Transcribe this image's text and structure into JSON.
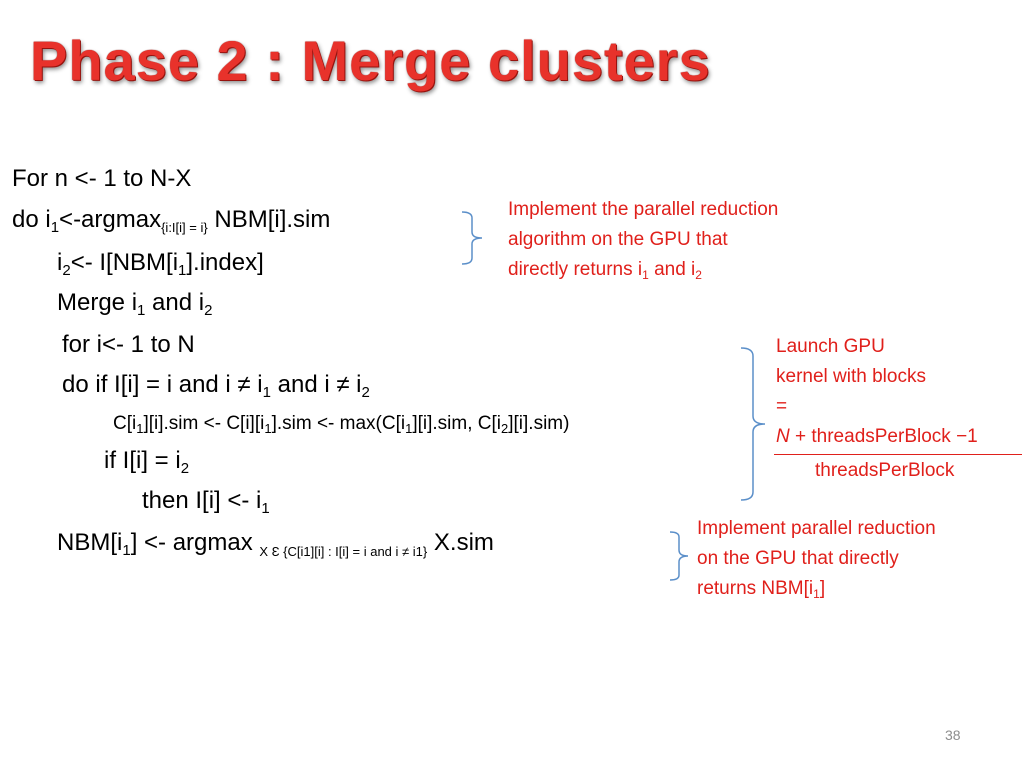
{
  "slide": {
    "title": "Phase 2 : Merge clusters",
    "page_number": "38"
  },
  "code": {
    "l1": "For n <- 1 to N-X",
    "l2_pre": "do i",
    "l2_sub1": "1",
    "l2_mid": "<-argmax",
    "l2_sub2": "{i:I[i] = i}",
    "l2_post": " NBM[i].sim",
    "l3_pre": "i",
    "l3_sub1": "2",
    "l3_mid": "<- I[NBM[i",
    "l3_sub2": "1",
    "l3_post": "].index]",
    "l4_pre": "Merge i",
    "l4_sub1": "1",
    "l4_mid": " and i",
    "l4_sub2": "2",
    "l5": "for i<- 1 to N",
    "l6_pre": "do if  I[i] = i and  i ≠ i",
    "l6_sub1": "1",
    "l6_mid": " and i ≠ i",
    "l6_sub2": "2",
    "l7_a": "C[i",
    "l7_s1": "1",
    "l7_b": "][i].sim <- C[i][i",
    "l7_s2": "1",
    "l7_c": "].sim <- max(C[i",
    "l7_s3": "1",
    "l7_d": "][i].sim, C[i",
    "l7_s4": "2",
    "l7_e": "][i].sim)",
    "l8_pre": "if I[i] = i",
    "l8_sub": "2",
    "l9_pre": "then I[i] <- i",
    "l9_sub": "1",
    "l10_a": "NBM[i",
    "l10_s1": "1",
    "l10_b": "] <- argmax ",
    "l10_small": "X Ɛ {C[i1][i] : I[i] = i and i ≠ i1}",
    "l10_c": " X.sim"
  },
  "notes": {
    "n1_line1": "Implement the parallel reduction",
    "n1_line2": "algorithm on the GPU that",
    "n1_line3_pre": "directly returns i",
    "n1_line3_s1": "1",
    "n1_line3_mid": " and i",
    "n1_line3_s2": "2",
    "n2_line1": "Launch GPU",
    "n2_line2": "kernel with blocks",
    "n2_line3": "=",
    "n2_num_var": "N",
    "n2_num_rest": " + threadsPerBlock −1",
    "n2_den": "threadsPerBlock",
    "n3_line1": "Implement parallel reduction",
    "n3_line2": "on the GPU that directly",
    "n3_line3_pre": " returns NBM[i",
    "n3_line3_s1": "1",
    "n3_line3_post": "]"
  },
  "colors": {
    "title": "#e8322b",
    "note_text": "#e0201b",
    "brace": "#5b8fc9"
  }
}
